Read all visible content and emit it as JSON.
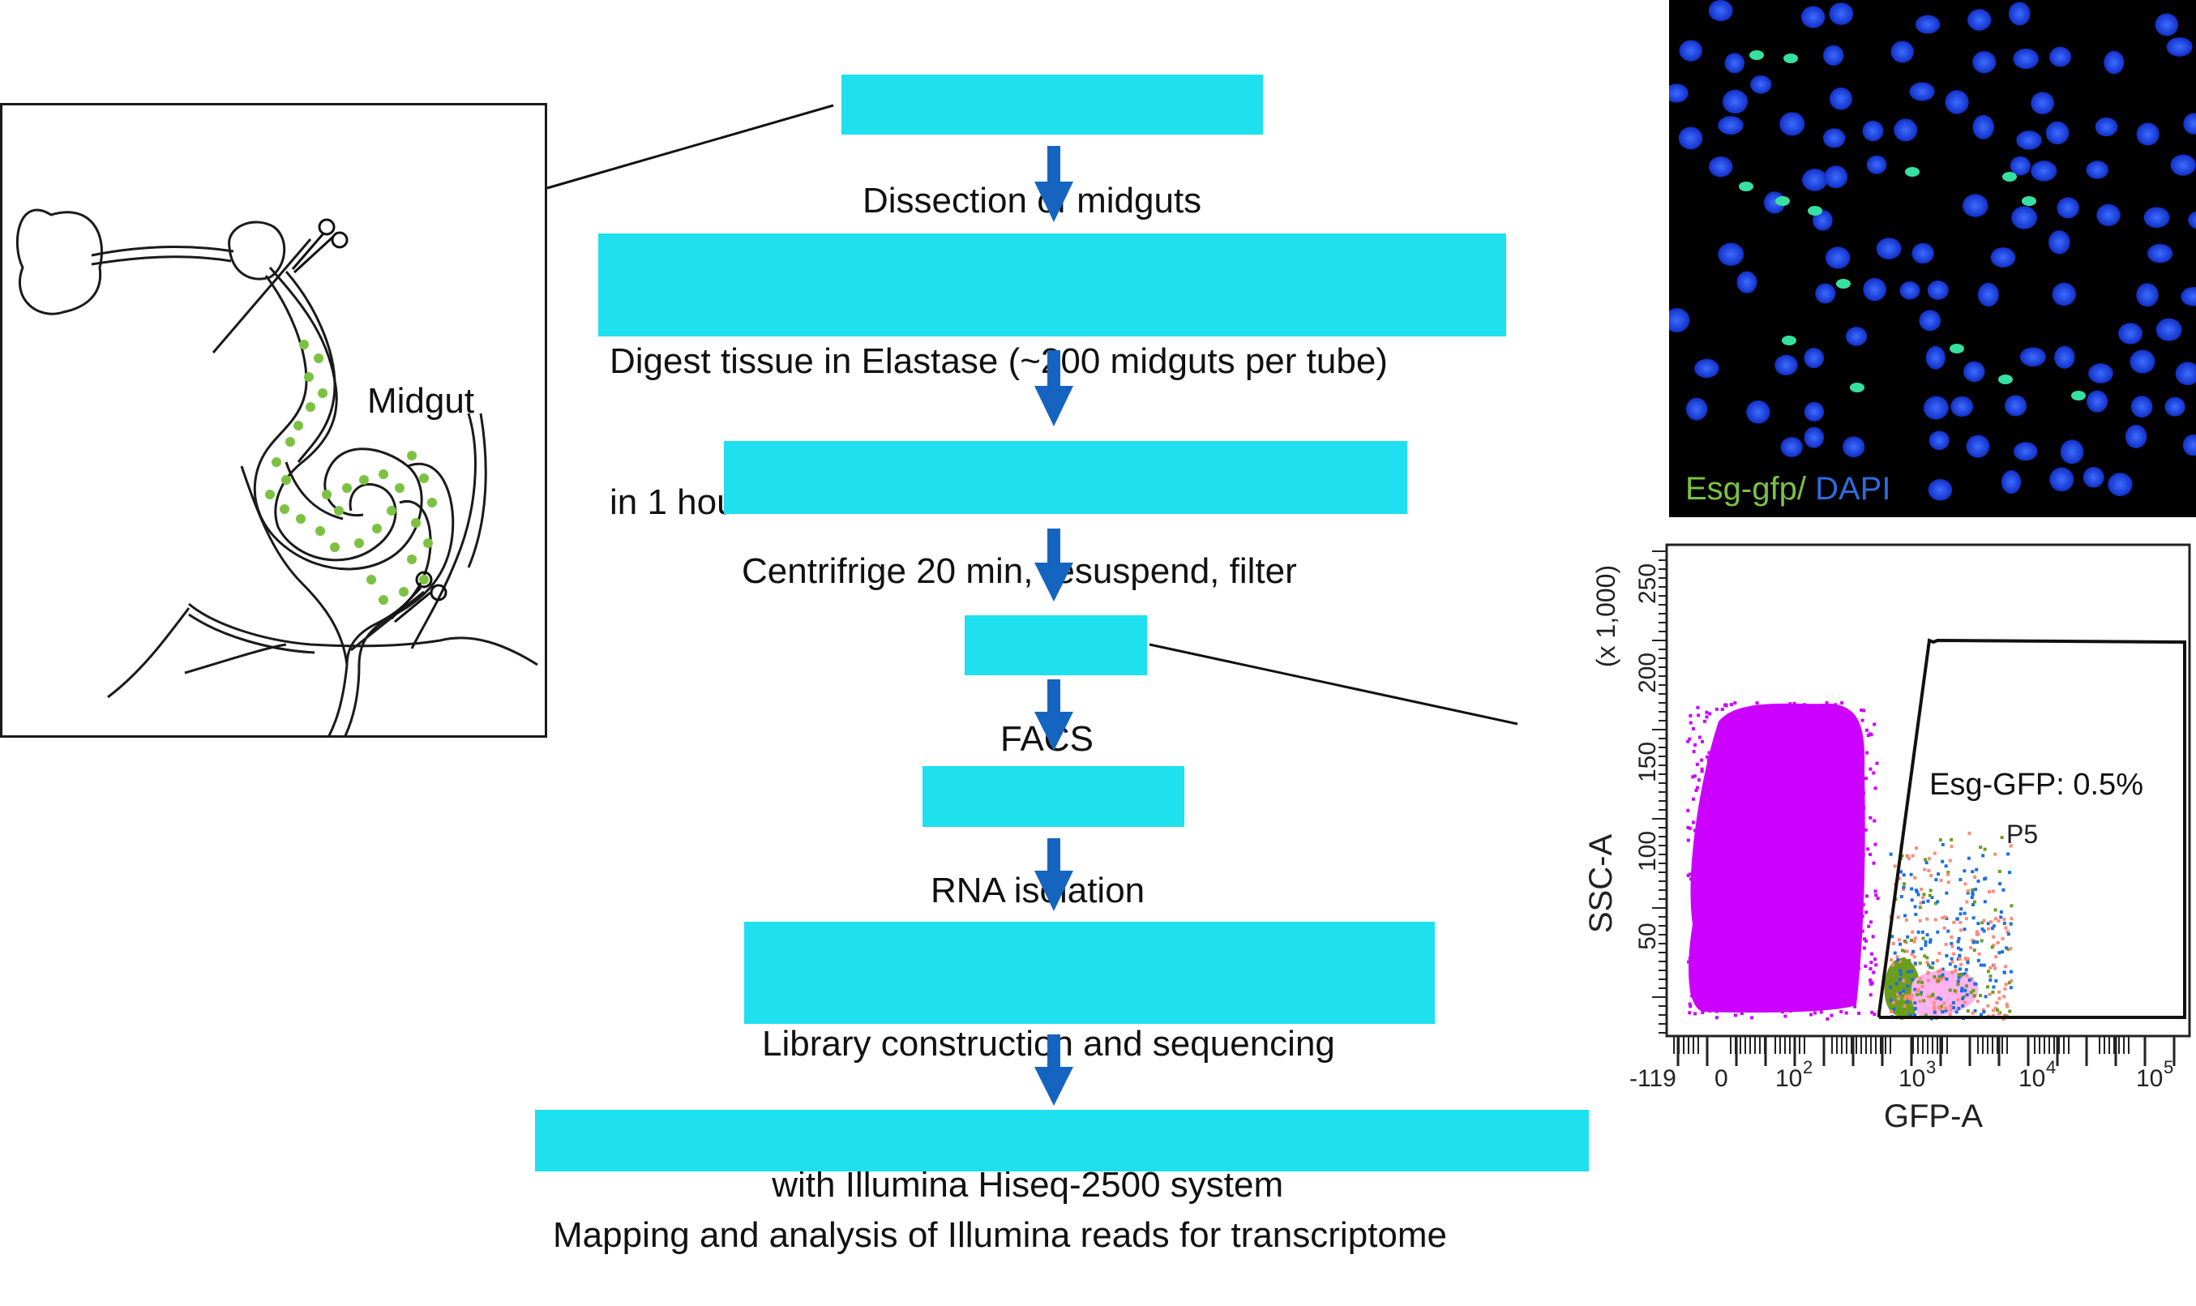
{
  "steps": [
    {
      "lines": [
        "Dissection of midguts"
      ]
    },
    {
      "lines": [
        "Digest tissue in Elastase (~200 midguts per tube)",
        "in 1 hour."
      ]
    },
    {
      "lines": [
        "Centrifrige 20 min, resuspend, filter"
      ]
    },
    {
      "lines": [
        "FACS"
      ]
    },
    {
      "lines": [
        "RNA isolation"
      ]
    },
    {
      "lines": [
        "Library construction and sequencing",
        " with Illumina Hiseq-2500 system"
      ]
    },
    {
      "lines": [
        "Mapping and analysis of Illumina reads for transcriptome"
      ]
    }
  ],
  "midgut_panel": {
    "label": "Midgut"
  },
  "microscopy": {
    "caption_marker": "Esg-gfp",
    "caption_separator": "/ ",
    "caption_stain": "DAPI"
  },
  "facs_plot": {
    "ylabel": "SSC-A",
    "yunit": "(x 1,000)",
    "yticks": [
      "50",
      "100",
      "150",
      "200",
      "250"
    ],
    "xlabel": "GFP-A",
    "xticks": [
      "-119",
      "0",
      "10",
      "10",
      "10",
      "10"
    ],
    "xtick_exp": [
      "",
      "",
      "2",
      "3",
      "4",
      "5"
    ],
    "gate_name": "P5",
    "gate_label": "Esg-GFP: 0.5%"
  },
  "colors": {
    "box_fill": "#1ee0ee",
    "arrow": "#1565c0",
    "gfp_green": "#7cc242",
    "dapi_blue": "#2e6be0",
    "population_magenta": "#cc00ff"
  }
}
